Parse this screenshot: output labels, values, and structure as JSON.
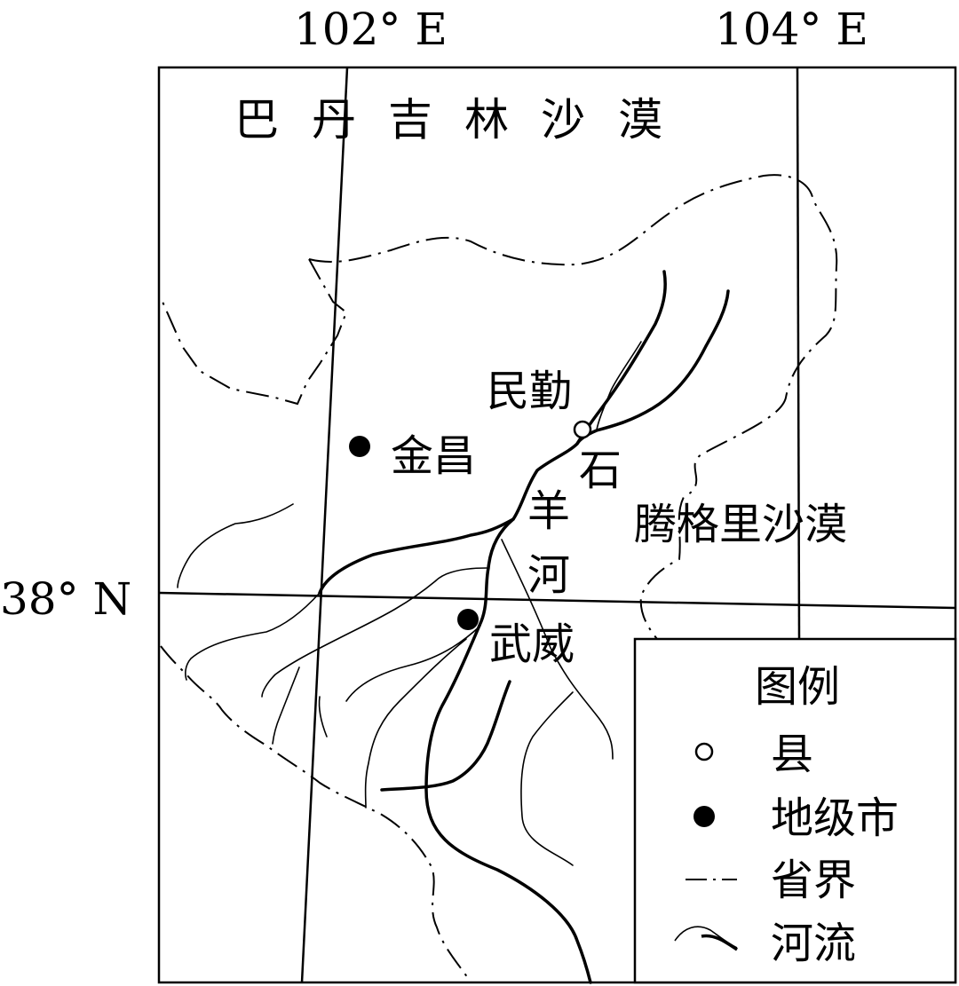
{
  "map": {
    "coords": {
      "lon_102": "102° E",
      "lon_104": "104° E",
      "lat_38": "38° N"
    },
    "regions": {
      "badain_jaran": [
        "巴",
        "丹",
        "吉",
        "林",
        "沙",
        "漠"
      ],
      "tengger": "腾格里沙漠"
    },
    "places": {
      "minqin": "民勤",
      "jinchang": "金昌",
      "wuwei": "武威"
    },
    "river_name": [
      "石",
      "羊",
      "河"
    ],
    "legend": {
      "title": "图例",
      "county": "县",
      "prefecture_city": "地级市",
      "province_border": "省界",
      "river": "河流"
    },
    "colors": {
      "ink": "#000000",
      "paper": "#ffffff"
    }
  }
}
